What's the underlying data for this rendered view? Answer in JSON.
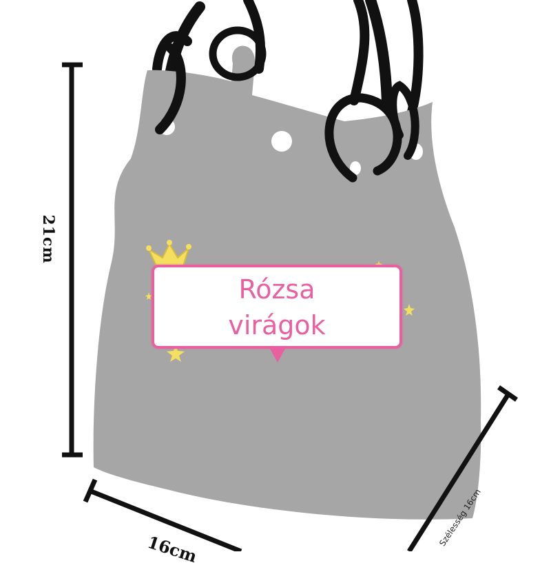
{
  "dimensions": {
    "height_label": "21cm",
    "length_label": "16cm",
    "width_label": "Szélesség 16cm"
  },
  "bubble": {
    "line1": "Rózsa",
    "line2": "virágok"
  },
  "colors": {
    "bag": "#a6a6a6",
    "handle": "#111111",
    "accent_pink": "#e8609f",
    "star": "#f5df5e"
  },
  "icons": [
    "crown-icon",
    "star-icon"
  ]
}
